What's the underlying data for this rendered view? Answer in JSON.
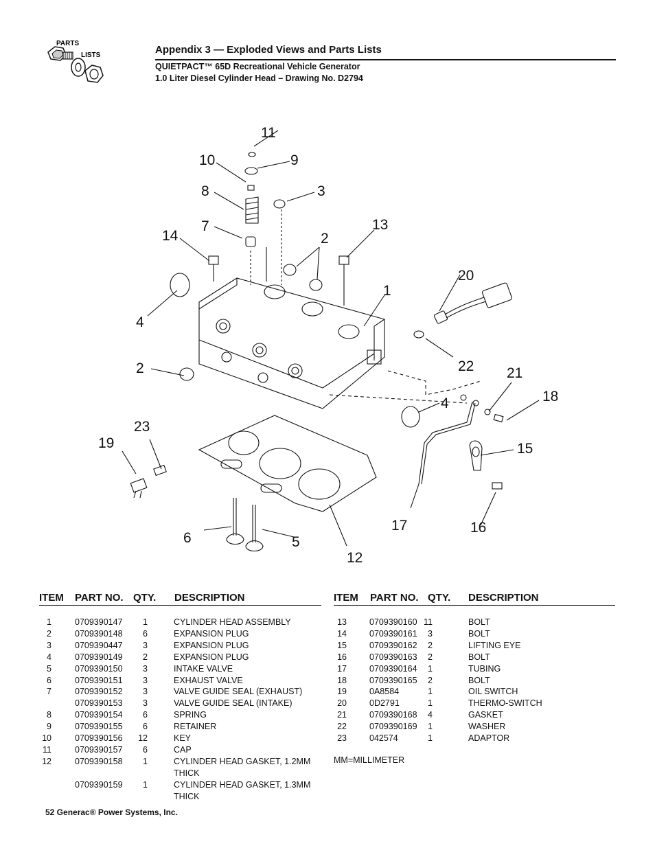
{
  "header": {
    "logo_text_1": "PARTS",
    "logo_text_2": "LISTS",
    "title": "Appendix 3 — Exploded Views and Parts Lists",
    "subtitle_1": "QUIETPACT™ 65D Recreational Vehicle Generator",
    "subtitle_2": "1.0 Liter Diesel Cylinder Head – Drawing No. D2794"
  },
  "callouts": [
    "11",
    "10",
    "9",
    "8",
    "3",
    "7",
    "13",
    "14",
    "2",
    "20",
    "1",
    "4",
    "22",
    "2",
    "21",
    "18",
    "4",
    "23",
    "19",
    "15",
    "6",
    "5",
    "17",
    "16",
    "12"
  ],
  "table_headers": {
    "item": "ITEM",
    "part": "PART NO.",
    "qty": "QTY.",
    "desc": "DESCRIPTION"
  },
  "left_rows": [
    {
      "item": "1",
      "part": "0709390147",
      "qty": "1",
      "desc": "CYLINDER HEAD ASSEMBLY"
    },
    {
      "item": "2",
      "part": "0709390148",
      "qty": "6",
      "desc": "EXPANSION PLUG"
    },
    {
      "item": "3",
      "part": "0709390447",
      "qty": "3",
      "desc": "EXPANSION PLUG"
    },
    {
      "item": "4",
      "part": "0709390149",
      "qty": "2",
      "desc": "EXPANSION PLUG"
    },
    {
      "item": "5",
      "part": "0709390150",
      "qty": "3",
      "desc": "INTAKE VALVE"
    },
    {
      "item": "6",
      "part": "0709390151",
      "qty": "3",
      "desc": "EXHAUST VALVE"
    },
    {
      "item": "7",
      "part": "0709390152",
      "qty": "3",
      "desc": "VALVE GUIDE SEAL (EXHAUST)"
    },
    {
      "item": "",
      "part": "0709390153",
      "qty": "3",
      "desc": "VALVE GUIDE SEAL (INTAKE)"
    },
    {
      "item": "8",
      "part": "0709390154",
      "qty": "6",
      "desc": "SPRING"
    },
    {
      "item": "9",
      "part": "0709390155",
      "qty": "6",
      "desc": "RETAINER"
    },
    {
      "item": "10",
      "part": "0709390156",
      "qty": "12",
      "desc": "KEY"
    },
    {
      "item": "11",
      "part": "0709390157",
      "qty": "6",
      "desc": "CAP"
    },
    {
      "item": "12",
      "part": "0709390158",
      "qty": "1",
      "desc": "CYLINDER HEAD GASKET, 1.2MM"
    },
    {
      "item": "",
      "part": "",
      "qty": "",
      "desc": "THICK"
    },
    {
      "item": "",
      "part": "0709390159",
      "qty": "1",
      "desc": "CYLINDER HEAD GASKET, 1.3MM"
    },
    {
      "item": "",
      "part": "",
      "qty": "",
      "desc": "THICK"
    }
  ],
  "right_rows": [
    {
      "item": "13",
      "part": "0709390160",
      "qty": "11",
      "desc": "BOLT"
    },
    {
      "item": "14",
      "part": "0709390161",
      "qty": "3",
      "desc": "BOLT"
    },
    {
      "item": "15",
      "part": "0709390162",
      "qty": "2",
      "desc": "LIFTING EYE"
    },
    {
      "item": "16",
      "part": "0709390163",
      "qty": "2",
      "desc": "BOLT"
    },
    {
      "item": "17",
      "part": "0709390164",
      "qty": "1",
      "desc": "TUBING"
    },
    {
      "item": "18",
      "part": "0709390165",
      "qty": "2",
      "desc": "BOLT"
    },
    {
      "item": "19",
      "part": "0A8584",
      "qty": "1",
      "desc": "OIL SWITCH"
    },
    {
      "item": "20",
      "part": "0D2791",
      "qty": "1",
      "desc": "THERMO-SWITCH"
    },
    {
      "item": "21",
      "part": "0709390168",
      "qty": "4",
      "desc": "GASKET"
    },
    {
      "item": "22",
      "part": "0709390169",
      "qty": "1",
      "desc": "WASHER"
    },
    {
      "item": "23",
      "part": "042574",
      "qty": "1",
      "desc": "ADAPTOR"
    }
  ],
  "note": "MM=MILLIMETER",
  "footer": "52  Generac® Power Systems, Inc."
}
